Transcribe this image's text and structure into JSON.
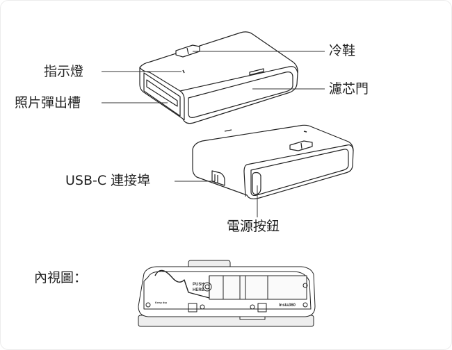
{
  "labels": {
    "indicator_light": "指示燈",
    "photo_slot": "照片彈出槽",
    "cold_shoe": "冷鞋",
    "filter_door": "濾芯門",
    "usb_port": "USB-C 連接埠",
    "power_button": "電源按鈕",
    "inner_view": "內視圖："
  },
  "inner_view_text": {
    "push_here_1": "PUSH",
    "push_here_2": "HERE",
    "brand": "Insta360",
    "keep_dry": "Keep dry"
  },
  "colors": {
    "line": "#222222",
    "leader": "#333333"
  }
}
